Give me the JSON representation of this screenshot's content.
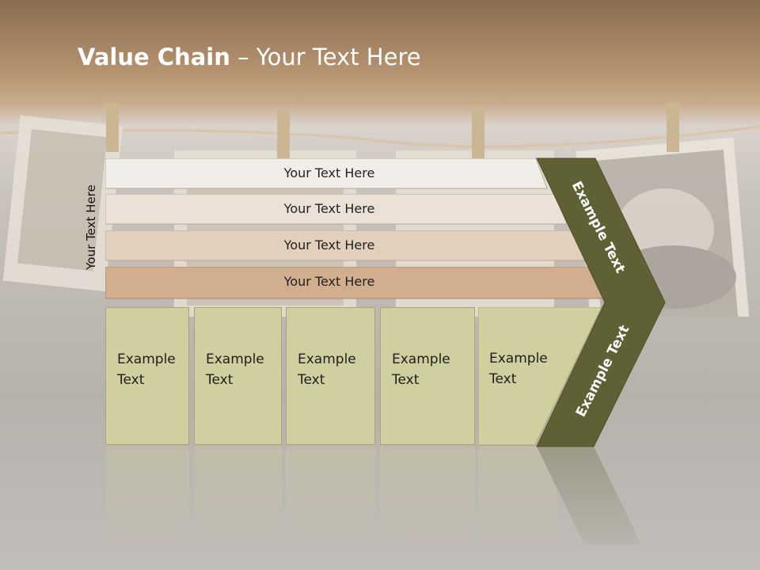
{
  "title": {
    "bold": "Value Chain",
    "rest": " – Your Text Here"
  },
  "side_label": "Your Text  Here",
  "bars": [
    "Your Text Here",
    "Your Text Here",
    "Your Text Here",
    "Your Text Here"
  ],
  "columns": [
    {
      "line1": "Example",
      "line2": "Text"
    },
    {
      "line1": "Example",
      "line2": "Text"
    },
    {
      "line1": "Example",
      "line2": "Text"
    },
    {
      "line1": "Example",
      "line2": "Text"
    },
    {
      "line1": "Example",
      "line2": "Text"
    }
  ],
  "chevron": {
    "upper": "Example Text",
    "lower": "Example Text"
  },
  "colors": {
    "chevron": "#5f6034",
    "columns": "#cfcf9f",
    "bars": [
      "#f1ede8",
      "#ebe1d6",
      "#e2d0bc",
      "#d1ae8d"
    ],
    "title": "#ffffff"
  }
}
